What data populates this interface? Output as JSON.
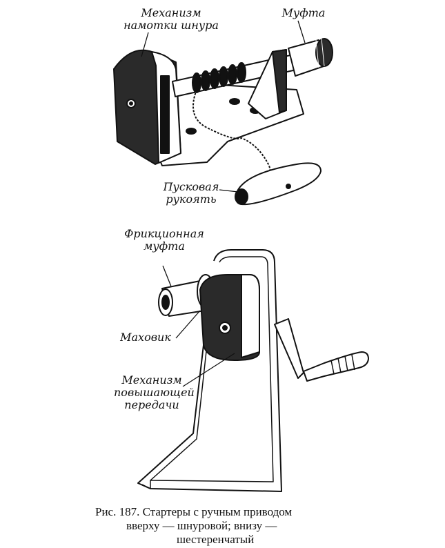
{
  "labels": {
    "winding_mechanism": [
      "Механизм",
      "намотки шнура"
    ],
    "coupling": "Муфта",
    "start_handle": [
      "Пусковая",
      "рукоять"
    ],
    "friction_coupling": [
      "Фрикционная",
      "муфта"
    ],
    "flywheel": "Маховик",
    "step_up_gear": [
      "Механизм",
      "повышающей",
      "передачи"
    ]
  },
  "caption": [
    "Рис. 187. Стартеры с ручным приводом",
    "вверху — шнуровой; внизу —",
    "шестеренчатый"
  ],
  "colors": {
    "ink": "#111111",
    "shade": "#2a2a2a",
    "paper": "#ffffff"
  }
}
